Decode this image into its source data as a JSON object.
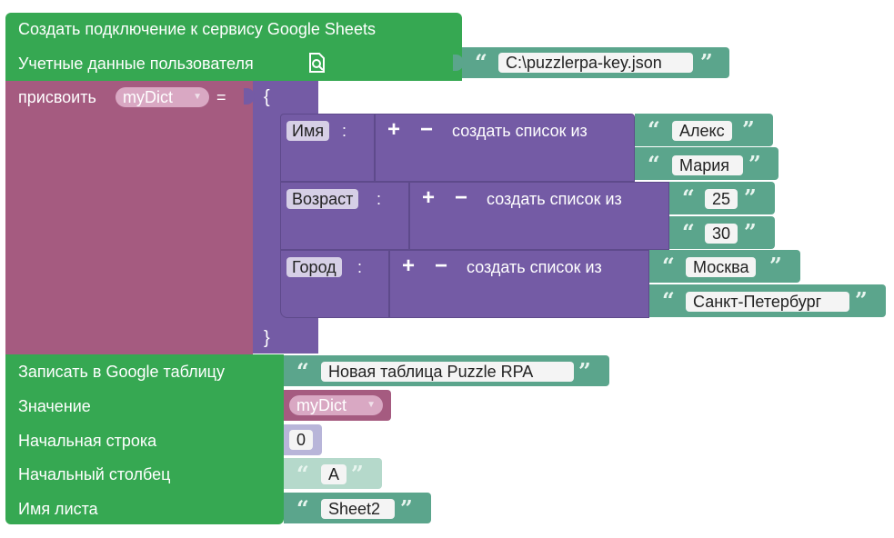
{
  "connect_block": {
    "title": "Создать подключение к сервису Google Sheets",
    "credentials_label": "Учетные данные пользователя",
    "credentials_icon": "file-search-icon",
    "key_path": "C:\\puzzlerpa-key.json"
  },
  "assign_block": {
    "label": "присвоить",
    "variable": "myDict",
    "equals": "=",
    "open_brace": "{",
    "close_brace": "}",
    "colon": ":",
    "list_label": "создать список из",
    "plus": "+",
    "minus": "−",
    "entries": [
      {
        "key": "Имя",
        "values": [
          "Алекс",
          "Мария"
        ]
      },
      {
        "key": "Возраст",
        "values": [
          "25",
          "30"
        ]
      },
      {
        "key": "Город",
        "values": [
          "Москва",
          "Санкт-Петербург"
        ]
      }
    ]
  },
  "write_block": {
    "title": "Записать в Google таблицу",
    "table_name": "Новая таблица Puzzle RPA",
    "value_label": "Значение",
    "value_var": "myDict",
    "start_row_label": "Начальная строка",
    "start_row": "0",
    "start_col_label": "Начальный столбец",
    "start_col": "A",
    "sheet_label": "Имя листа",
    "sheet_name": "Sheet2"
  },
  "quote_open": "“",
  "quote_close": "”",
  "colors": {
    "green": "#36a852",
    "mauve": "#a55b80",
    "purple": "#745ba5",
    "teal": "#5ba58c"
  }
}
